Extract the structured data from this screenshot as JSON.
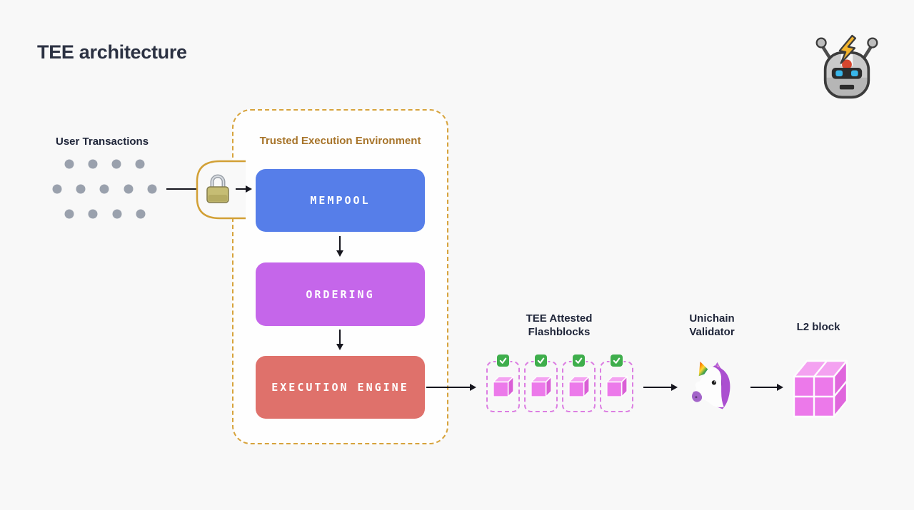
{
  "page": {
    "title": "TEE architecture",
    "background_color": "#f8f8f8",
    "title_color": "#2b3142"
  },
  "header": {
    "logo_icon": "flashbots-robot-icon"
  },
  "input_flow": {
    "label": "User Transactions",
    "dot_count": 13,
    "dot_color": "#9aa1ad",
    "lock_icon": "lock-icon",
    "lock_bump_color": "#d2a035"
  },
  "tee": {
    "title": "Trusted Execution Environment",
    "title_color": "#a7742a",
    "border_color": "#d7a33c",
    "stages": [
      {
        "label": "MEMPOOL",
        "color": "#567ee9"
      },
      {
        "label": "ORDERING",
        "color": "#c566ea"
      },
      {
        "label": "EXECUTION ENGINE",
        "color": "#df716b"
      }
    ]
  },
  "flashblocks": {
    "label_line1": "TEE Attested",
    "label_line2": "Flashblocks",
    "count": 4,
    "box_border_color": "#dc7ee2",
    "check_color": "#3fae4c",
    "check_icon": "check-icon",
    "cube_icon": "flashblock-cube-icon",
    "cube_front_color": "#ec79ea",
    "cube_top_color": "#f4a2f1",
    "cube_side_color": "#da5fd6"
  },
  "validator": {
    "label_line1": "Unichain",
    "label_line2": "Validator",
    "icon": "unicorn-icon"
  },
  "l2": {
    "label": "L2 block",
    "icon": "l2-block-cube-icon",
    "cube_front_color": "#ec79ea"
  }
}
